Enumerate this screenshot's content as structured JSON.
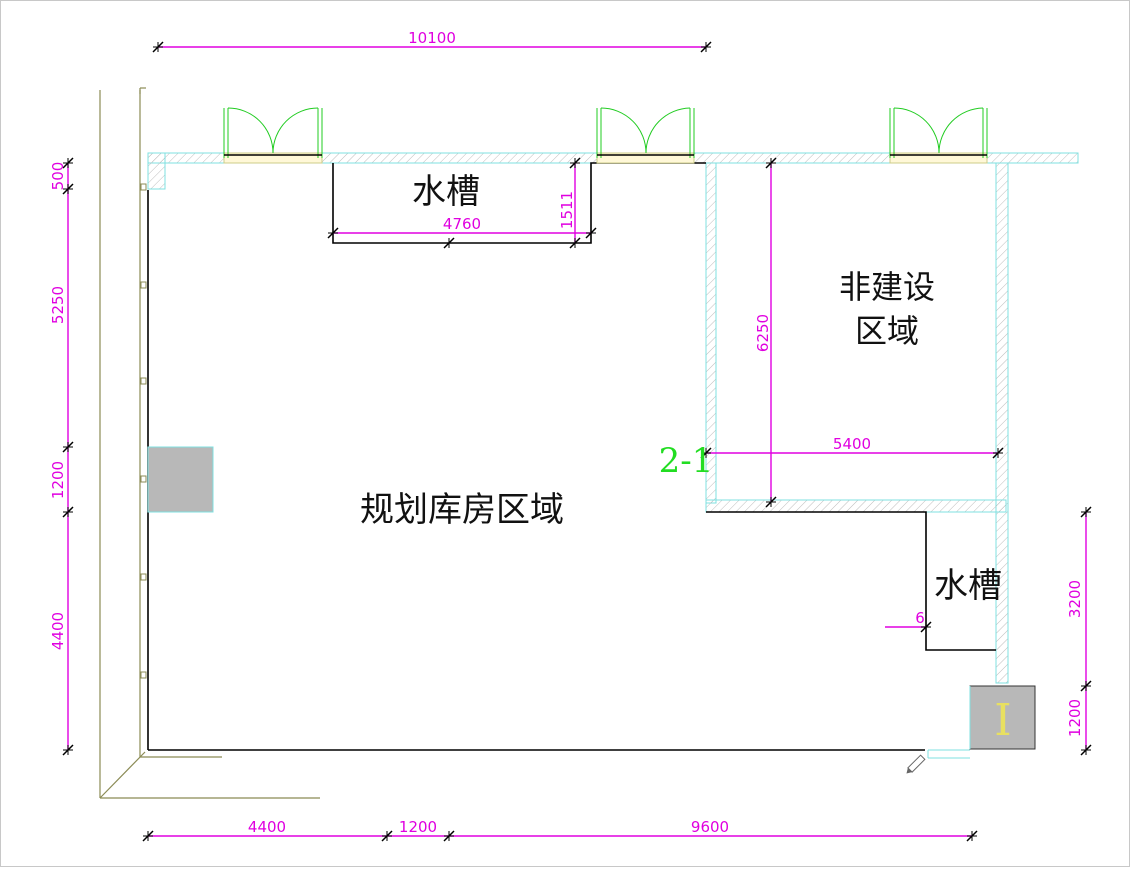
{
  "labels": {
    "sink_top": "水槽",
    "sink_right": "水槽",
    "nonbuild_line1": "非建设",
    "nonbuild_line2": "区域",
    "warehouse": "规划库房区域",
    "section_mark": "2-1",
    "column_mark": "I"
  },
  "dimensions": {
    "top_total": "10100",
    "sink_width": "4760",
    "sink_depth": "1511",
    "nonbuild_height": "6250",
    "nonbuild_width": "5400",
    "small_offset": "6",
    "left_1": "500",
    "left_2": "5250",
    "left_3": "1200",
    "left_4": "4400",
    "right_1": "3200",
    "right_2": "1200",
    "bottom_1": "4400",
    "bottom_2": "1200",
    "bottom_3": "9600"
  },
  "colors": {
    "dimension": "#e000e0",
    "wall_outline": "#7fe0e0",
    "door": "#22cc22",
    "grid_line": "#8b8b55",
    "column_fill": "#b8b8b8",
    "section_mark": "#22dd22"
  }
}
